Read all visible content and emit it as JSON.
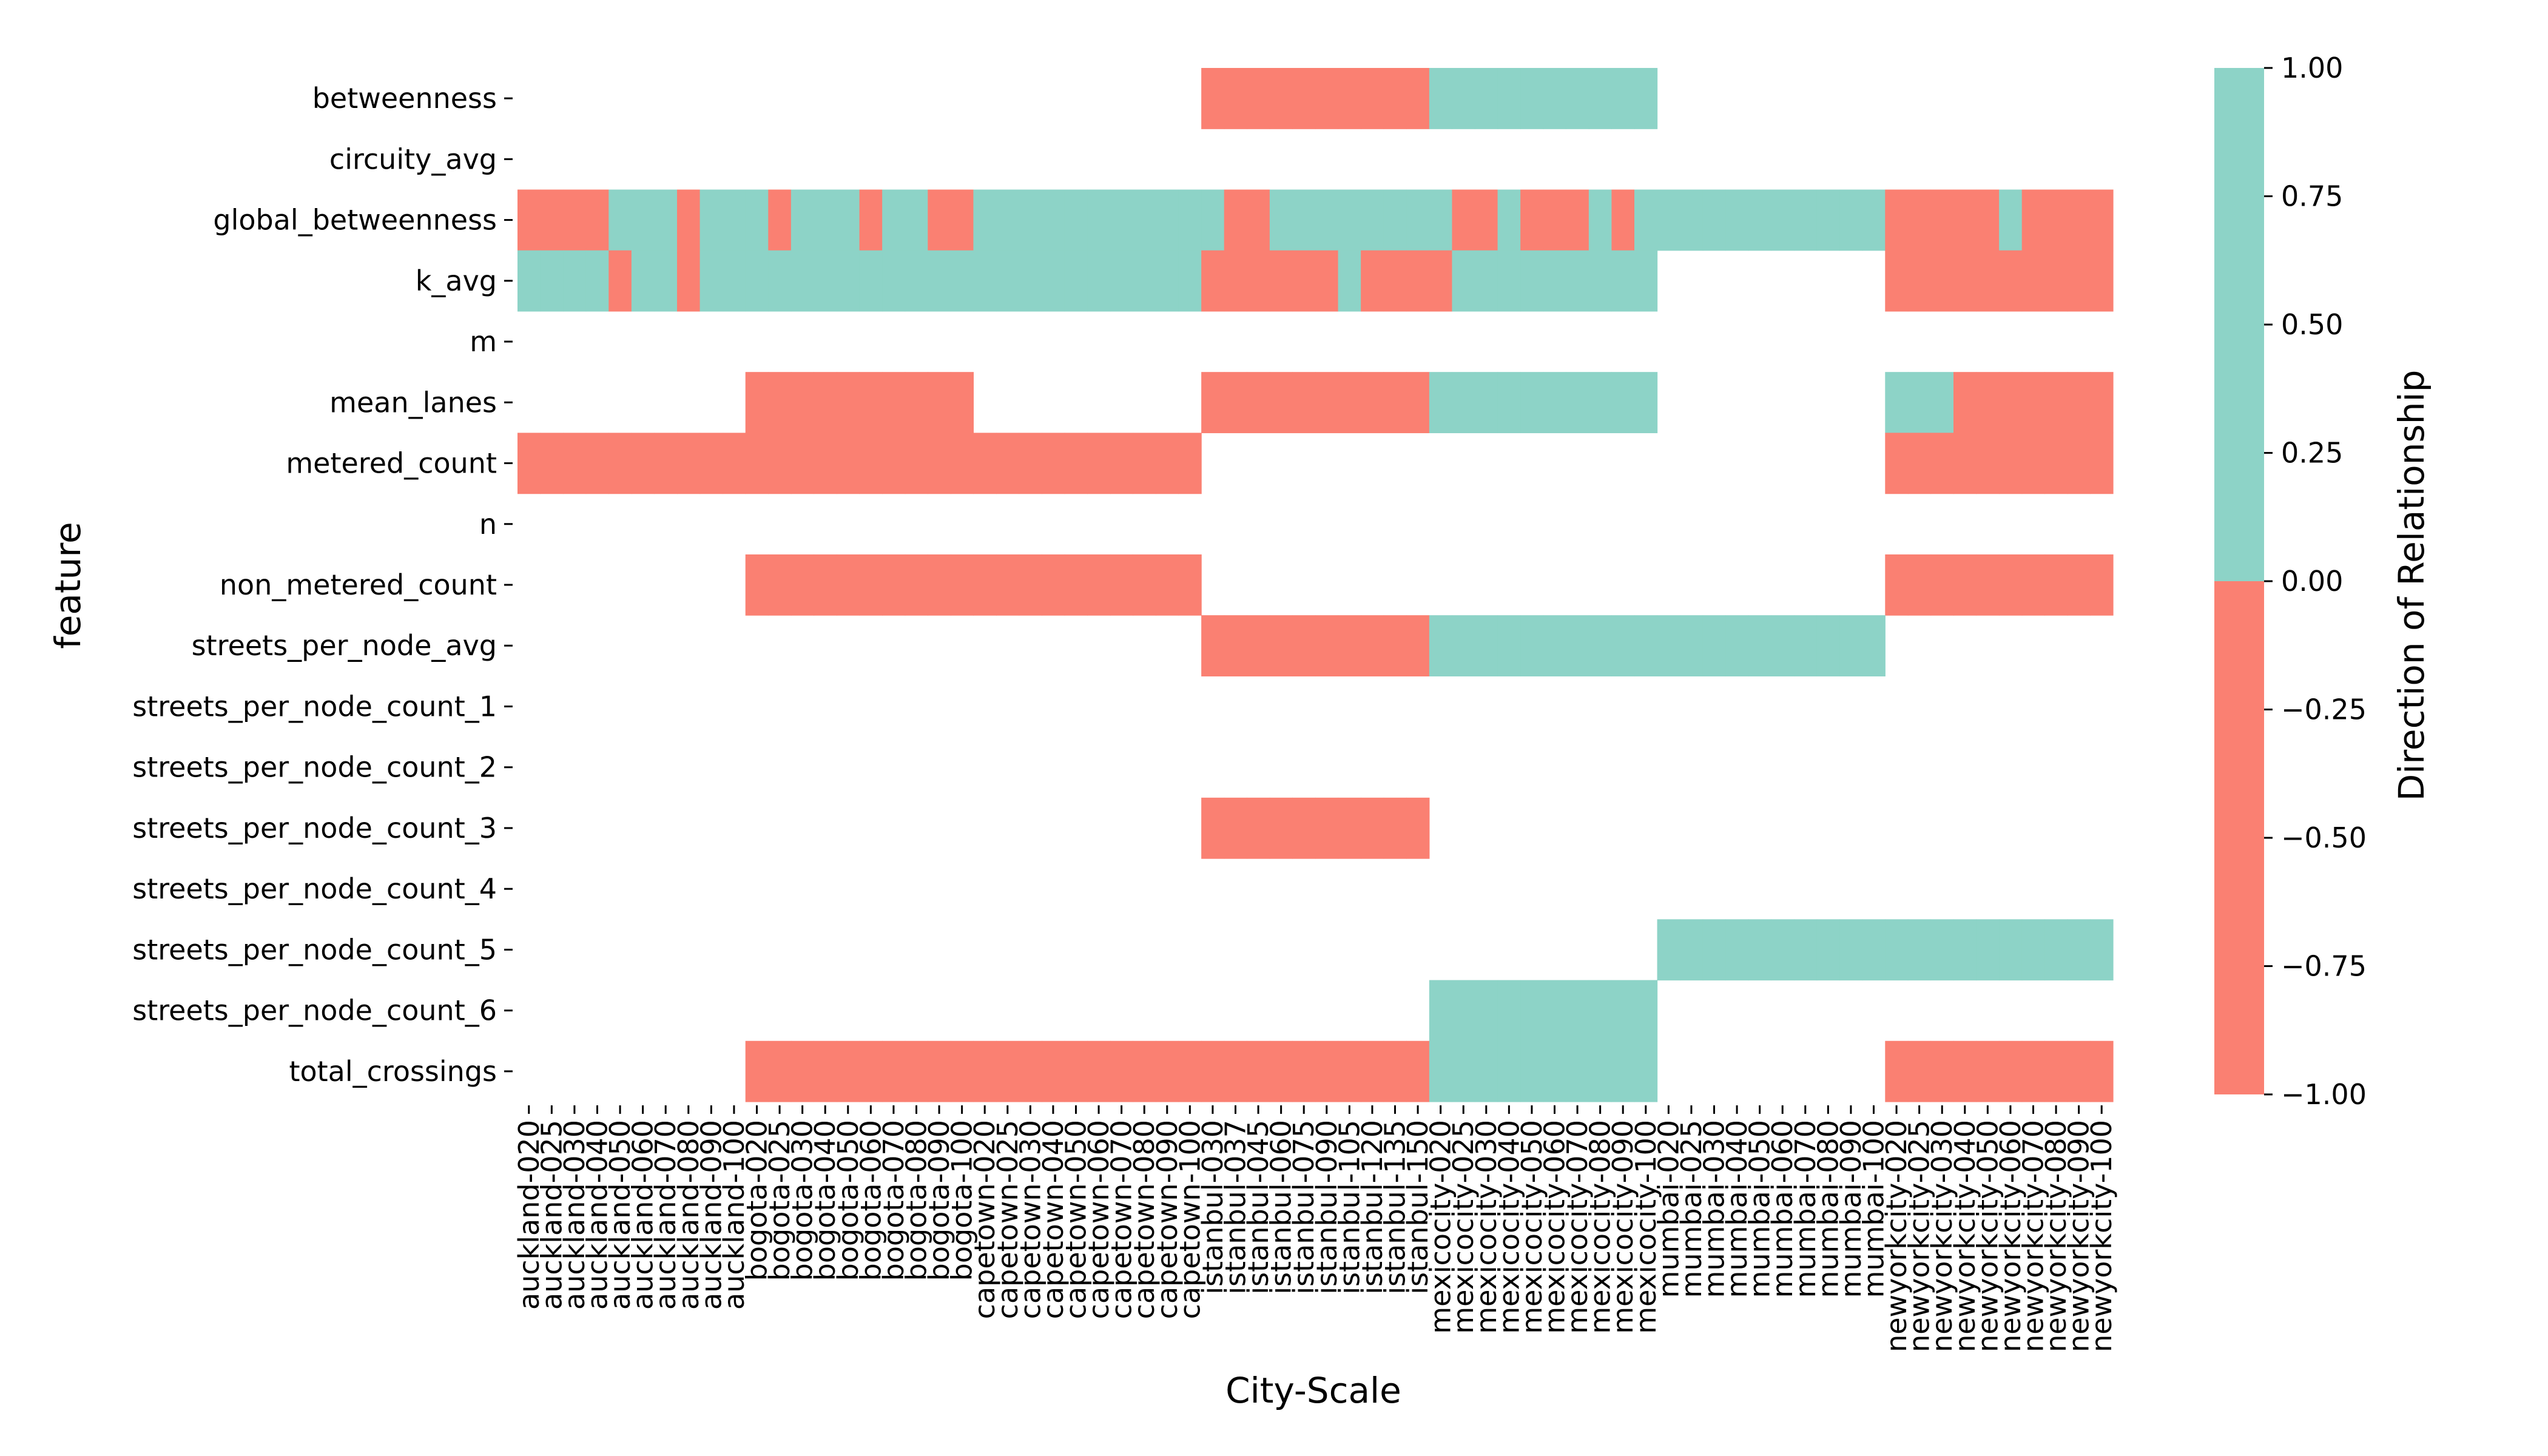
{
  "chart_data": {
    "type": "heatmap",
    "title": "",
    "xlabel": "City-Scale",
    "ylabel": "feature",
    "x": [
      "auckland-020",
      "auckland-025",
      "auckland-030",
      "auckland-040",
      "auckland-050",
      "auckland-060",
      "auckland-070",
      "auckland-080",
      "auckland-090",
      "auckland-100",
      "bogota-020",
      "bogota-025",
      "bogota-030",
      "bogota-040",
      "bogota-050",
      "bogota-060",
      "bogota-070",
      "bogota-080",
      "bogota-090",
      "bogota-100",
      "capetown-020",
      "capetown-025",
      "capetown-030",
      "capetown-040",
      "capetown-050",
      "capetown-060",
      "capetown-070",
      "capetown-080",
      "capetown-090",
      "capetown-100",
      "istanbul-030",
      "istanbul-037",
      "istanbul-045",
      "istanbul-060",
      "istanbul-075",
      "istanbul-090",
      "istanbul-105",
      "istanbul-120",
      "istanbul-135",
      "istanbul-150",
      "mexicocity-020",
      "mexicocity-025",
      "mexicocity-030",
      "mexicocity-040",
      "mexicocity-050",
      "mexicocity-060",
      "mexicocity-070",
      "mexicocity-080",
      "mexicocity-090",
      "mexicocity-100",
      "mumbai-020",
      "mumbai-025",
      "mumbai-030",
      "mumbai-040",
      "mumbai-050",
      "mumbai-060",
      "mumbai-070",
      "mumbai-080",
      "mumbai-090",
      "mumbai-100",
      "newyorkcity-020",
      "newyorkcity-025",
      "newyorkcity-030",
      "newyorkcity-040",
      "newyorkcity-050",
      "newyorkcity-060",
      "newyorkcity-070",
      "newyorkcity-080",
      "newyorkcity-090",
      "newyorkcity-100"
    ],
    "features": [
      "betweenness",
      "circuity_avg",
      "global_betweenness",
      "k_avg",
      "m",
      "mean_lanes",
      "metered_count",
      "n",
      "non_metered_count",
      "streets_per_node_avg",
      "streets_per_node_count_1",
      "streets_per_node_count_2",
      "streets_per_node_count_3",
      "streets_per_node_count_4",
      "streets_per_node_count_5",
      "streets_per_node_count_6",
      "total_crossings"
    ],
    "values": [
      [
        null,
        null,
        null,
        null,
        null,
        null,
        null,
        null,
        null,
        null,
        null,
        null,
        null,
        null,
        null,
        null,
        null,
        null,
        null,
        null,
        null,
        null,
        null,
        null,
        null,
        null,
        null,
        null,
        null,
        null,
        -1,
        -1,
        -1,
        -1,
        -1,
        -1,
        -1,
        -1,
        -1,
        -1,
        1,
        1,
        1,
        1,
        1,
        1,
        1,
        1,
        1,
        1,
        null,
        null,
        null,
        null,
        null,
        null,
        null,
        null,
        null,
        null,
        null,
        null,
        null,
        null,
        null,
        null,
        null,
        null,
        null,
        null
      ],
      [
        null,
        null,
        null,
        null,
        null,
        null,
        null,
        null,
        null,
        null,
        null,
        null,
        null,
        null,
        null,
        null,
        null,
        null,
        null,
        null,
        null,
        null,
        null,
        null,
        null,
        null,
        null,
        null,
        null,
        null,
        null,
        null,
        null,
        null,
        null,
        null,
        null,
        null,
        null,
        null,
        null,
        null,
        null,
        null,
        null,
        null,
        null,
        null,
        null,
        null,
        null,
        null,
        null,
        null,
        null,
        null,
        null,
        null,
        null,
        null,
        null,
        null,
        null,
        null,
        null,
        null,
        null,
        null,
        null,
        null
      ],
      [
        -1,
        -1,
        -1,
        -1,
        1,
        1,
        1,
        -1,
        1,
        1,
        1,
        -1,
        1,
        1,
        1,
        -1,
        1,
        1,
        -1,
        -1,
        1,
        1,
        1,
        1,
        1,
        1,
        1,
        1,
        1,
        1,
        1,
        -1,
        -1,
        1,
        1,
        1,
        1,
        1,
        1,
        1,
        1,
        -1,
        -1,
        1,
        -1,
        -1,
        -1,
        1,
        -1,
        1,
        1,
        1,
        1,
        1,
        1,
        1,
        1,
        1,
        1,
        1,
        -1,
        -1,
        -1,
        -1,
        -1,
        1,
        -1,
        -1,
        -1,
        -1
      ],
      [
        1,
        1,
        1,
        1,
        -1,
        1,
        1,
        -1,
        1,
        1,
        1,
        1,
        1,
        1,
        1,
        1,
        1,
        1,
        1,
        1,
        1,
        1,
        1,
        1,
        1,
        1,
        1,
        1,
        1,
        1,
        -1,
        -1,
        -1,
        -1,
        -1,
        -1,
        1,
        -1,
        -1,
        -1,
        -1,
        1,
        1,
        1,
        1,
        1,
        1,
        1,
        1,
        1,
        null,
        null,
        null,
        null,
        null,
        null,
        null,
        null,
        null,
        null,
        -1,
        -1,
        -1,
        -1,
        -1,
        -1,
        -1,
        -1,
        -1,
        -1
      ],
      [
        null,
        null,
        null,
        null,
        null,
        null,
        null,
        null,
        null,
        null,
        null,
        null,
        null,
        null,
        null,
        null,
        null,
        null,
        null,
        null,
        null,
        null,
        null,
        null,
        null,
        null,
        null,
        null,
        null,
        null,
        null,
        null,
        null,
        null,
        null,
        null,
        null,
        null,
        null,
        null,
        null,
        null,
        null,
        null,
        null,
        null,
        null,
        null,
        null,
        null,
        null,
        null,
        null,
        null,
        null,
        null,
        null,
        null,
        null,
        null,
        null,
        null,
        null,
        null,
        null,
        null,
        null,
        null,
        null,
        null
      ],
      [
        null,
        null,
        null,
        null,
        null,
        null,
        null,
        null,
        null,
        null,
        -1,
        -1,
        -1,
        -1,
        -1,
        -1,
        -1,
        -1,
        -1,
        -1,
        null,
        null,
        null,
        null,
        null,
        null,
        null,
        null,
        null,
        null,
        -1,
        -1,
        -1,
        -1,
        -1,
        -1,
        -1,
        -1,
        -1,
        -1,
        1,
        1,
        1,
        1,
        1,
        1,
        1,
        1,
        1,
        1,
        null,
        null,
        null,
        null,
        null,
        null,
        null,
        null,
        null,
        null,
        1,
        1,
        1,
        -1,
        -1,
        -1,
        -1,
        -1,
        -1,
        -1
      ],
      [
        -1,
        -1,
        -1,
        -1,
        -1,
        -1,
        -1,
        -1,
        -1,
        -1,
        -1,
        -1,
        -1,
        -1,
        -1,
        -1,
        -1,
        -1,
        -1,
        -1,
        -1,
        -1,
        -1,
        -1,
        -1,
        -1,
        -1,
        -1,
        -1,
        -1,
        null,
        null,
        null,
        null,
        null,
        null,
        null,
        null,
        null,
        null,
        null,
        null,
        null,
        null,
        null,
        null,
        null,
        null,
        null,
        null,
        null,
        null,
        null,
        null,
        null,
        null,
        null,
        null,
        null,
        null,
        -1,
        -1,
        -1,
        -1,
        -1,
        -1,
        -1,
        -1,
        -1,
        -1
      ],
      [
        null,
        null,
        null,
        null,
        null,
        null,
        null,
        null,
        null,
        null,
        null,
        null,
        null,
        null,
        null,
        null,
        null,
        null,
        null,
        null,
        null,
        null,
        null,
        null,
        null,
        null,
        null,
        null,
        null,
        null,
        null,
        null,
        null,
        null,
        null,
        null,
        null,
        null,
        null,
        null,
        null,
        null,
        null,
        null,
        null,
        null,
        null,
        null,
        null,
        null,
        null,
        null,
        null,
        null,
        null,
        null,
        null,
        null,
        null,
        null,
        null,
        null,
        null,
        null,
        null,
        null,
        null,
        null,
        null,
        null
      ],
      [
        null,
        null,
        null,
        null,
        null,
        null,
        null,
        null,
        null,
        null,
        -1,
        -1,
        -1,
        -1,
        -1,
        -1,
        -1,
        -1,
        -1,
        -1,
        -1,
        -1,
        -1,
        -1,
        -1,
        -1,
        -1,
        -1,
        -1,
        -1,
        null,
        null,
        null,
        null,
        null,
        null,
        null,
        null,
        null,
        null,
        null,
        null,
        null,
        null,
        null,
        null,
        null,
        null,
        null,
        null,
        null,
        null,
        null,
        null,
        null,
        null,
        null,
        null,
        null,
        null,
        -1,
        -1,
        -1,
        -1,
        -1,
        -1,
        -1,
        -1,
        -1,
        -1
      ],
      [
        null,
        null,
        null,
        null,
        null,
        null,
        null,
        null,
        null,
        null,
        null,
        null,
        null,
        null,
        null,
        null,
        null,
        null,
        null,
        null,
        null,
        null,
        null,
        null,
        null,
        null,
        null,
        null,
        null,
        null,
        -1,
        -1,
        -1,
        -1,
        -1,
        -1,
        -1,
        -1,
        -1,
        -1,
        1,
        1,
        1,
        1,
        1,
        1,
        1,
        1,
        1,
        1,
        1,
        1,
        1,
        1,
        1,
        1,
        1,
        1,
        1,
        1,
        null,
        null,
        null,
        null,
        null,
        null,
        null,
        null,
        null,
        null
      ],
      [
        null,
        null,
        null,
        null,
        null,
        null,
        null,
        null,
        null,
        null,
        null,
        null,
        null,
        null,
        null,
        null,
        null,
        null,
        null,
        null,
        null,
        null,
        null,
        null,
        null,
        null,
        null,
        null,
        null,
        null,
        null,
        null,
        null,
        null,
        null,
        null,
        null,
        null,
        null,
        null,
        null,
        null,
        null,
        null,
        null,
        null,
        null,
        null,
        null,
        null,
        null,
        null,
        null,
        null,
        null,
        null,
        null,
        null,
        null,
        null,
        null,
        null,
        null,
        null,
        null,
        null,
        null,
        null,
        null,
        null
      ],
      [
        null,
        null,
        null,
        null,
        null,
        null,
        null,
        null,
        null,
        null,
        null,
        null,
        null,
        null,
        null,
        null,
        null,
        null,
        null,
        null,
        null,
        null,
        null,
        null,
        null,
        null,
        null,
        null,
        null,
        null,
        null,
        null,
        null,
        null,
        null,
        null,
        null,
        null,
        null,
        null,
        null,
        null,
        null,
        null,
        null,
        null,
        null,
        null,
        null,
        null,
        null,
        null,
        null,
        null,
        null,
        null,
        null,
        null,
        null,
        null,
        null,
        null,
        null,
        null,
        null,
        null,
        null,
        null,
        null,
        null
      ],
      [
        null,
        null,
        null,
        null,
        null,
        null,
        null,
        null,
        null,
        null,
        null,
        null,
        null,
        null,
        null,
        null,
        null,
        null,
        null,
        null,
        null,
        null,
        null,
        null,
        null,
        null,
        null,
        null,
        null,
        null,
        -1,
        -1,
        -1,
        -1,
        -1,
        -1,
        -1,
        -1,
        -1,
        -1,
        null,
        null,
        null,
        null,
        null,
        null,
        null,
        null,
        null,
        null,
        null,
        null,
        null,
        null,
        null,
        null,
        null,
        null,
        null,
        null,
        null,
        null,
        null,
        null,
        null,
        null,
        null,
        null,
        null,
        null
      ],
      [
        null,
        null,
        null,
        null,
        null,
        null,
        null,
        null,
        null,
        null,
        null,
        null,
        null,
        null,
        null,
        null,
        null,
        null,
        null,
        null,
        null,
        null,
        null,
        null,
        null,
        null,
        null,
        null,
        null,
        null,
        null,
        null,
        null,
        null,
        null,
        null,
        null,
        null,
        null,
        null,
        null,
        null,
        null,
        null,
        null,
        null,
        null,
        null,
        null,
        null,
        null,
        null,
        null,
        null,
        null,
        null,
        null,
        null,
        null,
        null,
        null,
        null,
        null,
        null,
        null,
        null,
        null,
        null,
        null,
        null
      ],
      [
        null,
        null,
        null,
        null,
        null,
        null,
        null,
        null,
        null,
        null,
        null,
        null,
        null,
        null,
        null,
        null,
        null,
        null,
        null,
        null,
        null,
        null,
        null,
        null,
        null,
        null,
        null,
        null,
        null,
        null,
        null,
        null,
        null,
        null,
        null,
        null,
        null,
        null,
        null,
        null,
        null,
        null,
        null,
        null,
        null,
        null,
        null,
        null,
        null,
        null,
        1,
        1,
        1,
        1,
        1,
        1,
        1,
        1,
        1,
        1,
        1,
        1,
        1,
        1,
        1,
        1,
        1,
        1,
        1,
        1
      ],
      [
        null,
        null,
        null,
        null,
        null,
        null,
        null,
        null,
        null,
        null,
        null,
        null,
        null,
        null,
        null,
        null,
        null,
        null,
        null,
        null,
        null,
        null,
        null,
        null,
        null,
        null,
        null,
        null,
        null,
        null,
        null,
        null,
        null,
        null,
        null,
        null,
        null,
        null,
        null,
        null,
        1,
        1,
        1,
        1,
        1,
        1,
        1,
        1,
        1,
        1,
        null,
        null,
        null,
        null,
        null,
        null,
        null,
        null,
        null,
        null,
        null,
        null,
        null,
        null,
        null,
        null,
        null,
        null,
        null,
        null
      ],
      [
        null,
        null,
        null,
        null,
        null,
        null,
        null,
        null,
        null,
        null,
        -1,
        -1,
        -1,
        -1,
        -1,
        -1,
        -1,
        -1,
        -1,
        -1,
        -1,
        -1,
        -1,
        -1,
        -1,
        -1,
        -1,
        -1,
        -1,
        -1,
        -1,
        -1,
        -1,
        -1,
        -1,
        -1,
        -1,
        -1,
        -1,
        -1,
        1,
        1,
        1,
        1,
        1,
        1,
        1,
        1,
        1,
        1,
        null,
        null,
        null,
        null,
        null,
        null,
        null,
        null,
        null,
        null,
        -1,
        -1,
        -1,
        -1,
        -1,
        -1,
        -1,
        -1,
        -1,
        -1
      ]
    ],
    "colorbar": {
      "label": "Direction of Relationship",
      "range": [
        -1,
        1
      ],
      "ticks": [
        "1.00",
        "0.75",
        "0.50",
        "0.25",
        "0.00",
        "−0.25",
        "−0.50",
        "−0.75",
        "−1.00"
      ],
      "tick_values": [
        1,
        0.75,
        0.5,
        0.25,
        0,
        -0.25,
        -0.5,
        -0.75,
        -1
      ]
    },
    "colors": {
      "positive": "#8dd3c7",
      "negative": "#fa8072"
    }
  }
}
